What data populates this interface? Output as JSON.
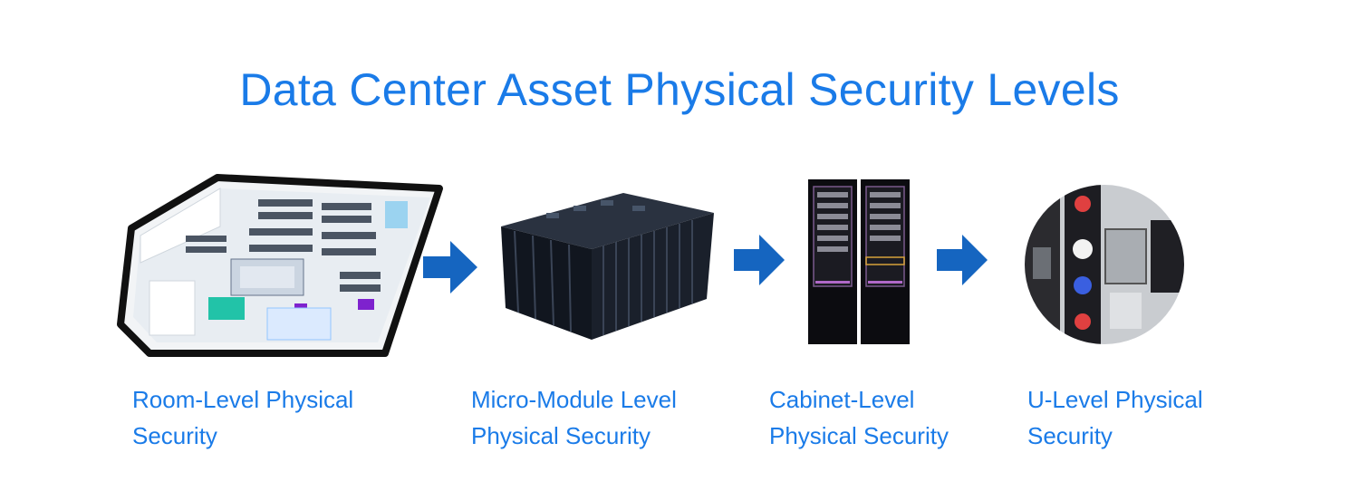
{
  "title": "Data Center Asset Physical Security Levels",
  "levels": [
    {
      "icon": "room-floorplan-icon",
      "line1": "Room-Level Physical",
      "line2": "Security"
    },
    {
      "icon": "micro-module-icon",
      "line1": "Micro-Module Level",
      "line2": "Physical Security"
    },
    {
      "icon": "cabinet-rack-icon",
      "line1": "Cabinet-Level",
      "line2": "Physical Security"
    },
    {
      "icon": "u-level-device-icon",
      "line1": "U-Level Physical",
      "line2": "Security"
    }
  ],
  "colors": {
    "accent": "#1a7be8",
    "arrow": "#1565c0"
  }
}
